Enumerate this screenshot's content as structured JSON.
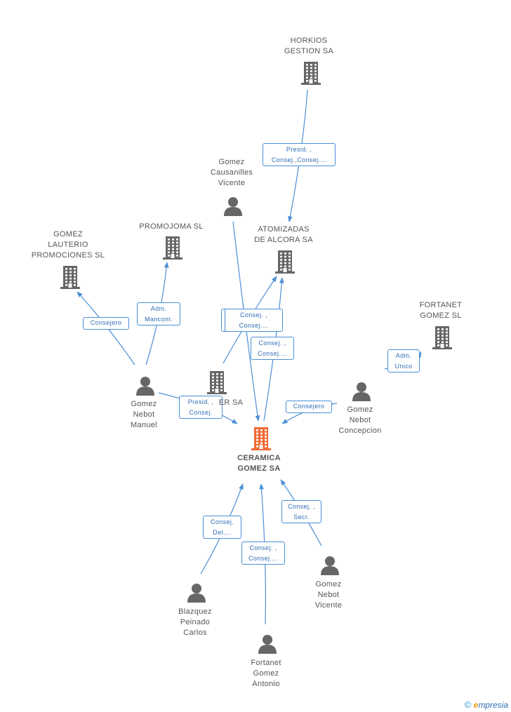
{
  "colors": {
    "edge": "#4a8fd6",
    "icon": "#666666",
    "main_icon": "#f26a35",
    "label": "#555555"
  },
  "nodes": [
    {
      "id": "horkios",
      "kind": "company",
      "label": "HORKIOS\nGESTION SA",
      "icon": "building-icon"
    },
    {
      "id": "gomez_causanilles",
      "kind": "person",
      "label": "Gomez\nCausanilles\nVicente",
      "icon": "person-icon"
    },
    {
      "id": "atomizadas",
      "kind": "company",
      "label": "ATOMIZADAS\nDE ALCORA SA",
      "icon": "building-icon"
    },
    {
      "id": "promojoma",
      "kind": "company",
      "label": "PROMOJOMA SL",
      "icon": "building-icon"
    },
    {
      "id": "gomez_lauterio",
      "kind": "company",
      "label": "GOMEZ\nLAUTERIO\nPROMOCIONES SL",
      "icon": "building-icon"
    },
    {
      "id": "fortanet_gomez_sl",
      "kind": "company",
      "label": "FORTANET\nGOMEZ SL",
      "icon": "building-icon"
    },
    {
      "id": "gomez_nebot_manuel",
      "kind": "person",
      "label": "Gomez\nNebot\nManuel",
      "icon": "person-icon"
    },
    {
      "id": "er_sa",
      "kind": "company",
      "label": "ER SA",
      "icon": "building-icon"
    },
    {
      "id": "gomez_nebot_concepcion",
      "kind": "person",
      "label": "Gomez\nNebot\nConcepcion",
      "icon": "person-icon"
    },
    {
      "id": "ceramica",
      "kind": "main",
      "label": "CERAMICA\nGOMEZ SA",
      "icon": "building-icon"
    },
    {
      "id": "blazquez",
      "kind": "person",
      "label": "Blazquez\nPeinado\nCarlos",
      "icon": "person-icon"
    },
    {
      "id": "gomez_nebot_vicente",
      "kind": "person",
      "label": "Gomez\nNebot\nVicente",
      "icon": "person-icon"
    },
    {
      "id": "fortanet_antonio",
      "kind": "person",
      "label": "Fortanet\nGomez\nAntonio",
      "icon": "person-icon"
    }
  ],
  "edges": [
    {
      "from": "horkios",
      "to": "atomizadas",
      "label": "Presid. ,\nConsej.,Consej...."
    },
    {
      "from": "gomez_causanilles",
      "to": "ceramica",
      "label": "Consej. ,\nConsej...."
    },
    {
      "from": "er_sa",
      "to": "atomizadas",
      "label": "Consej. ,\nConsej...."
    },
    {
      "from": "atomizadas",
      "to": "ceramica",
      "label": "Consej. ,\nConsej...."
    },
    {
      "from": "gomez_nebot_manuel",
      "to": "promojoma",
      "label": "Adm.\nMancom."
    },
    {
      "from": "gomez_nebot_manuel",
      "to": "gomez_lauterio",
      "label": "Consejero"
    },
    {
      "from": "gomez_nebot_manuel",
      "to": "ceramica",
      "label": "Presid. ,\nConsej."
    },
    {
      "from": "gomez_nebot_concepcion",
      "to": "fortanet_gomez_sl",
      "label": "Adm.\nUnico"
    },
    {
      "from": "gomez_nebot_concepcion",
      "to": "ceramica",
      "label": "Consejero"
    },
    {
      "from": "blazquez",
      "to": "ceramica",
      "label": "Consej.\nDel...."
    },
    {
      "from": "fortanet_antonio",
      "to": "ceramica",
      "label": "Consej. ,\nConsej...."
    },
    {
      "from": "gomez_nebot_vicente",
      "to": "ceramica",
      "label": "Consej. ,\nSecr."
    }
  ],
  "watermark": {
    "symbol": "©",
    "brand_initial": "e",
    "brand_rest": "mpresia"
  }
}
